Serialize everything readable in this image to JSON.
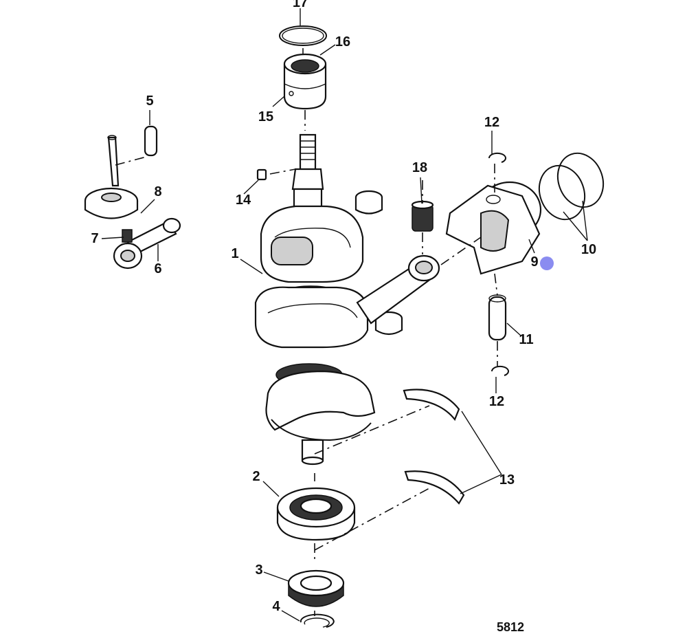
{
  "diagram": {
    "figure_number": "5812",
    "callouts": [
      {
        "id": "c17",
        "text": "17"
      },
      {
        "id": "c16",
        "text": "16"
      },
      {
        "id": "c15",
        "text": "15"
      },
      {
        "id": "c5",
        "text": "5"
      },
      {
        "id": "c8",
        "text": "8"
      },
      {
        "id": "c7",
        "text": "7"
      },
      {
        "id": "c6",
        "text": "6"
      },
      {
        "id": "c14",
        "text": "14"
      },
      {
        "id": "c1",
        "text": "1"
      },
      {
        "id": "c12a",
        "text": "12"
      },
      {
        "id": "c18",
        "text": "18"
      },
      {
        "id": "c10",
        "text": "10"
      },
      {
        "id": "c9",
        "text": "9"
      },
      {
        "id": "c11",
        "text": "11"
      },
      {
        "id": "c12b",
        "text": "12"
      },
      {
        "id": "c13",
        "text": "13"
      },
      {
        "id": "c2",
        "text": "2"
      },
      {
        "id": "c3",
        "text": "3"
      },
      {
        "id": "c4",
        "text": "4"
      }
    ],
    "marker_color": "#8a8cf0"
  }
}
